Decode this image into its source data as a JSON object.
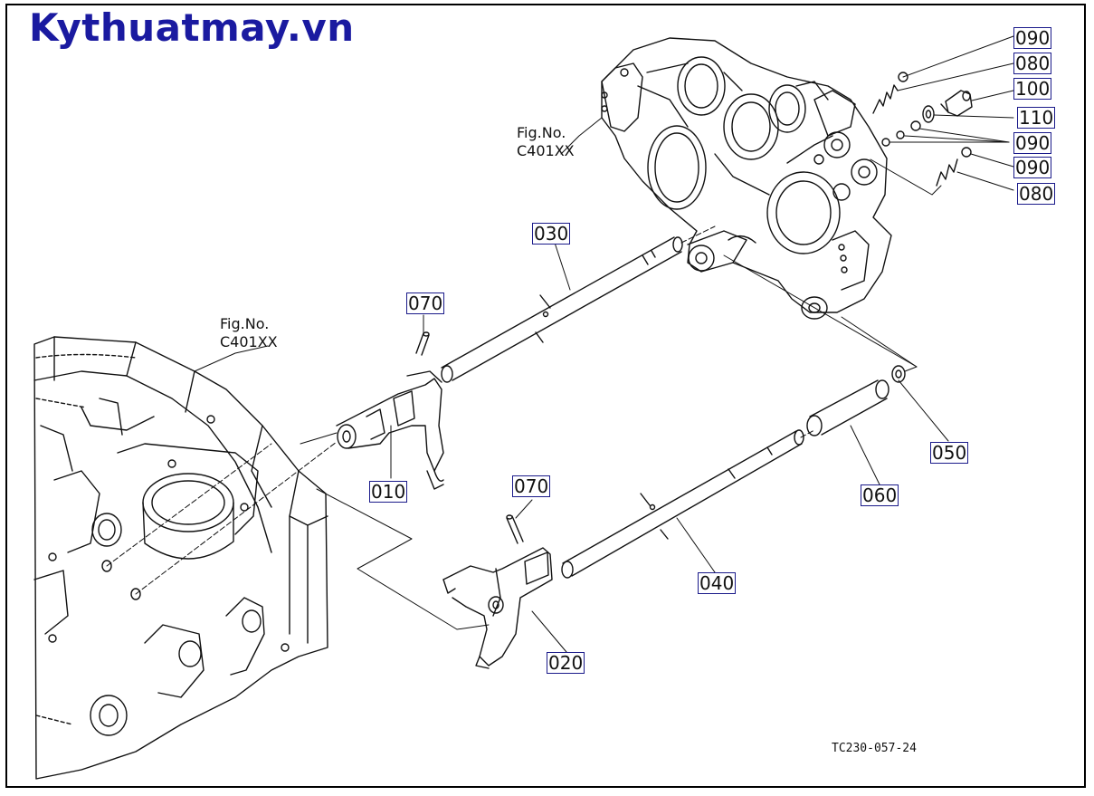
{
  "brand": {
    "text": "Kythuatmay.vn",
    "color": "#1a1aa0"
  },
  "figure_refs": [
    {
      "line1": "Fig.No.",
      "line2": "C401XX"
    },
    {
      "line1": "Fig.No.",
      "line2": "C401XX"
    }
  ],
  "callouts": {
    "c090a": "090",
    "c080a": "080",
    "c100": "100",
    "c110": "110",
    "c090b": "090",
    "c090c": "090",
    "c080b": "080",
    "c030": "030",
    "c070a": "070",
    "c010": "010",
    "c050": "050",
    "c060": "060",
    "c070b": "070",
    "c040": "040",
    "c020": "020"
  },
  "drawing_number": "TC230-057-24"
}
